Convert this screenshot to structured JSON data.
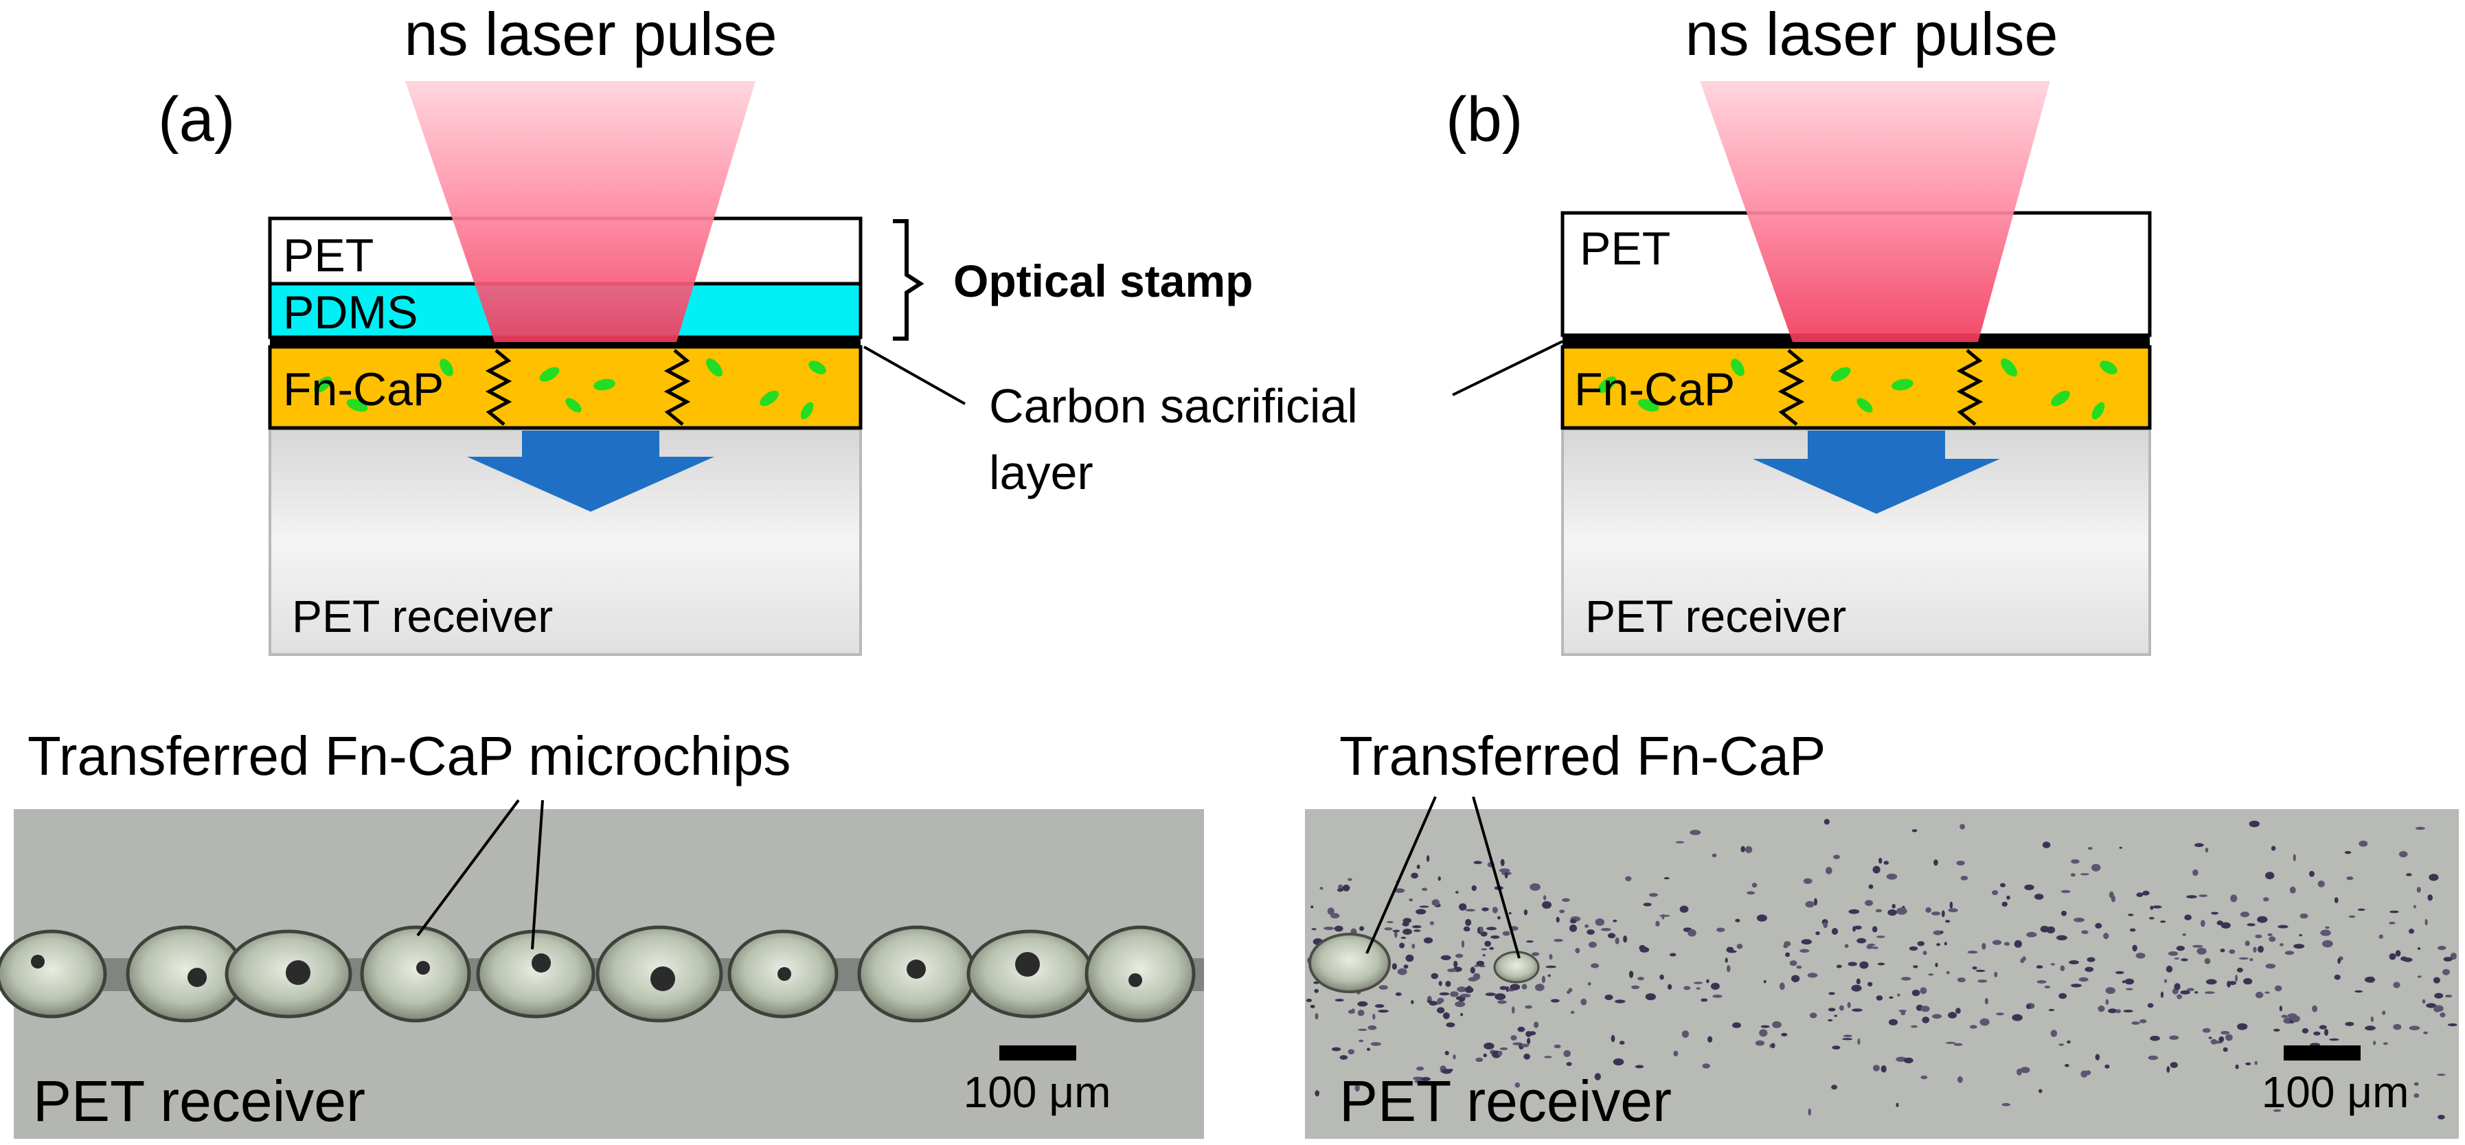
{
  "panel_a": {
    "panel_label": "(a)",
    "laser_label": "ns laser pulse",
    "layers": {
      "pet": "PET",
      "pdms": "PDMS",
      "fncap": "Fn-CaP"
    },
    "stamp_label": "Optical stamp",
    "carbon_label_line1": "Carbon sacrificial",
    "carbon_label_line2": "layer",
    "receiver_label": "PET receiver",
    "micrograph_caption": "Transferred Fn-CaP microchips",
    "micrograph_receiver_label": "PET receiver",
    "scale_bar_label": "100 μm"
  },
  "panel_b": {
    "panel_label": "(b)",
    "laser_label": "ns laser pulse",
    "layers": {
      "pet": "PET",
      "fncap": "Fn-CaP"
    },
    "receiver_label": "PET receiver",
    "micrograph_caption": "Transferred Fn-CaP",
    "micrograph_receiver_label": "PET receiver",
    "scale_bar_label": "100 μm"
  },
  "colors": {
    "laser": "#ff4d6d",
    "pdms": "#00f0f5",
    "fncap": "#ffc000",
    "carbon": "#000000",
    "fibronectin": "#22dd22",
    "arrow": "#1f6fc5",
    "receiver": "#e6e6e6",
    "micrograph_bg": "#b4b6b2"
  }
}
